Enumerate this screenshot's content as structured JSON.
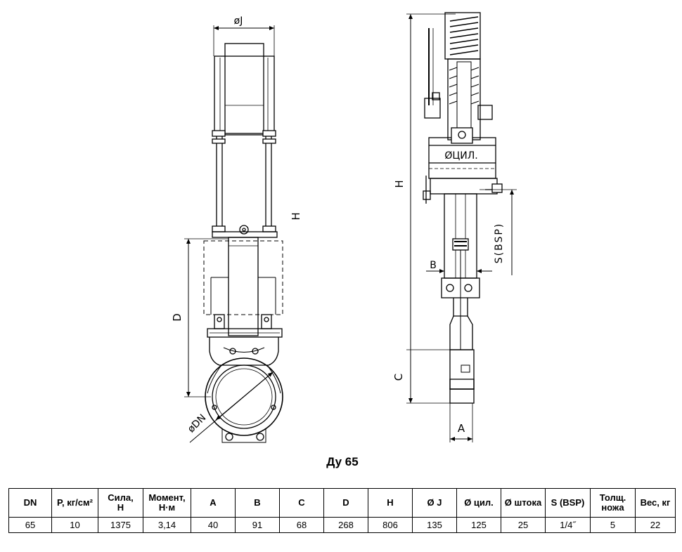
{
  "drawing": {
    "front_view_labels": {
      "diam_j": "øJ",
      "h": "H",
      "d": "D",
      "dn": "øDN"
    },
    "side_view_labels": {
      "cyl": "ØЦИЛ.",
      "h": "H",
      "s_bsp": "S(BSP)",
      "b": "B",
      "c": "C",
      "a": "A"
    }
  },
  "caption": "Ду 65",
  "table": {
    "headers": [
      [
        "DN"
      ],
      [
        "P, кг/см²"
      ],
      [
        "Сила,",
        "Н"
      ],
      [
        "Момент,",
        "Н·м"
      ],
      [
        "A"
      ],
      [
        "B"
      ],
      [
        "C"
      ],
      [
        "D"
      ],
      [
        "H"
      ],
      [
        "Ø J"
      ],
      [
        "Ø цил."
      ],
      [
        "Ø штока"
      ],
      [
        "S (BSP)"
      ],
      [
        "Толщ.",
        "ножа"
      ],
      [
        "Вес, кг"
      ]
    ],
    "row": [
      "65",
      "10",
      "1375",
      "3,14",
      "40",
      "91",
      "68",
      "268",
      "806",
      "135",
      "125",
      "25",
      "1/4˝",
      "5",
      "22"
    ]
  }
}
